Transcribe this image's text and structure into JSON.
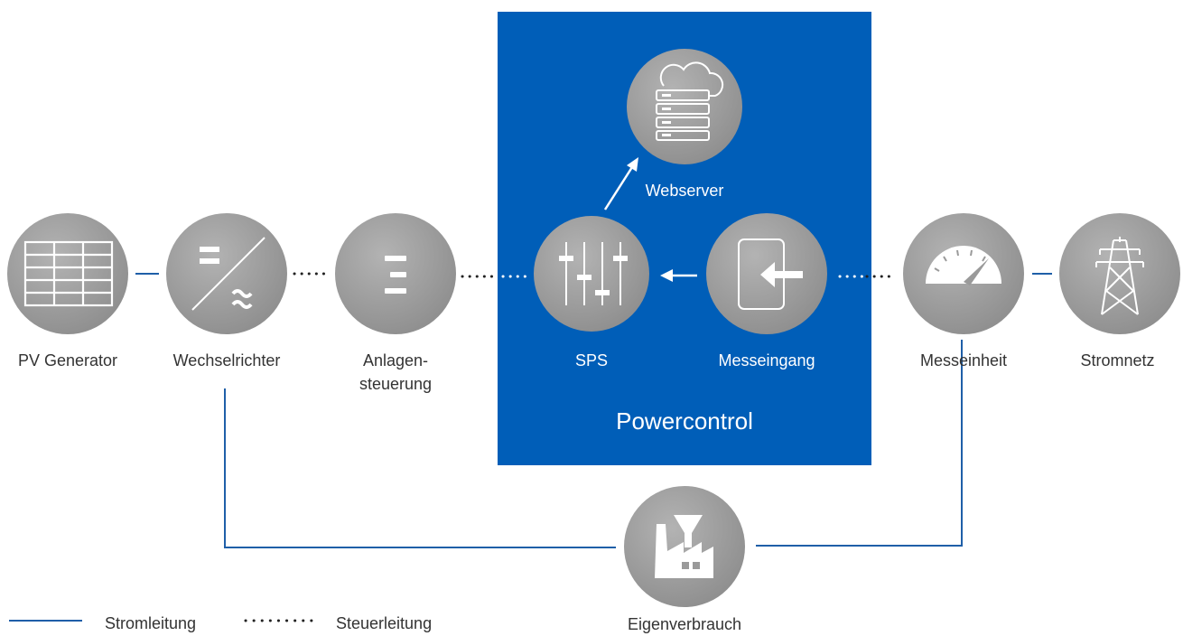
{
  "colors": {
    "panel": "#005eb8",
    "circle": "#9a9a9a",
    "circle_gradient_light": "#b3b3b3",
    "power_line": "#1f5fa8",
    "control_line": "#222222",
    "icon": "#ffffff"
  },
  "group": {
    "title": "Powercontrol"
  },
  "nodes": {
    "pv_generator": {
      "label": "PV Generator",
      "icon": "solar-panel-icon"
    },
    "inverter": {
      "label": "Wechselrichter",
      "icon": "dc-ac-converter-icon"
    },
    "plant_control": {
      "label_line1": "Anlagen-",
      "label_line2": "steuerung",
      "icon": "control-menu-icon"
    },
    "sps": {
      "label": "SPS",
      "icon": "sliders-icon"
    },
    "measurement_input": {
      "label": "Messeingang",
      "icon": "input-arrow-icon"
    },
    "webserver": {
      "label": "Webserver",
      "icon": "cloud-server-icon"
    },
    "meter": {
      "label": "Messeinheit",
      "icon": "gauge-icon"
    },
    "grid": {
      "label": "Stromnetz",
      "icon": "power-pylon-icon"
    },
    "self_consumption": {
      "label": "Eigenverbrauch",
      "icon": "factory-icon"
    }
  },
  "legend": {
    "power_line": "Stromleitung",
    "control_line": "Steuerleitung"
  }
}
